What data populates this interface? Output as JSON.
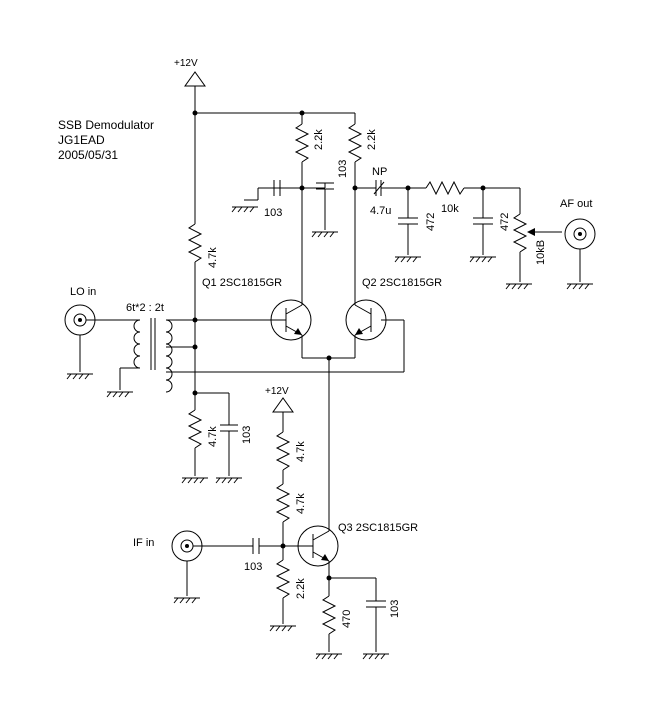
{
  "title": {
    "line1": "SSB Demodulator",
    "line2": "JG1EAD",
    "line3": "2005/05/31"
  },
  "power": {
    "top": "+12V",
    "mid": "+12V"
  },
  "ports": {
    "lo_in": "LO in",
    "if_in": "IF in",
    "af_out": "AF out"
  },
  "transformer": {
    "turns": "6t*2 : 2t"
  },
  "transistors": {
    "q1": "Q1 2SC1815GR",
    "q2": "Q2 2SC1815GR",
    "q3": "Q3 2SC1815GR"
  },
  "resistors": {
    "r_coll_q1": "2.2k",
    "r_coll_q2": "2.2k",
    "r_bias_top": "4.7k",
    "r_bias_bot": "4.7k",
    "r_q3_top": "4.7k",
    "r_q3_mid": "4.7k",
    "r_q3_bot": "2.2k",
    "r_emitter": "470",
    "r_filter": "10k",
    "pot": "10kB"
  },
  "capacitors": {
    "c_left": "103",
    "c_collector": "103",
    "c_coupling": "4.7u",
    "c_coupling_np": "NP",
    "c_filter1": "472",
    "c_filter2": "472",
    "c_bias": "103",
    "c_if": "103",
    "c_emitter": "103"
  }
}
